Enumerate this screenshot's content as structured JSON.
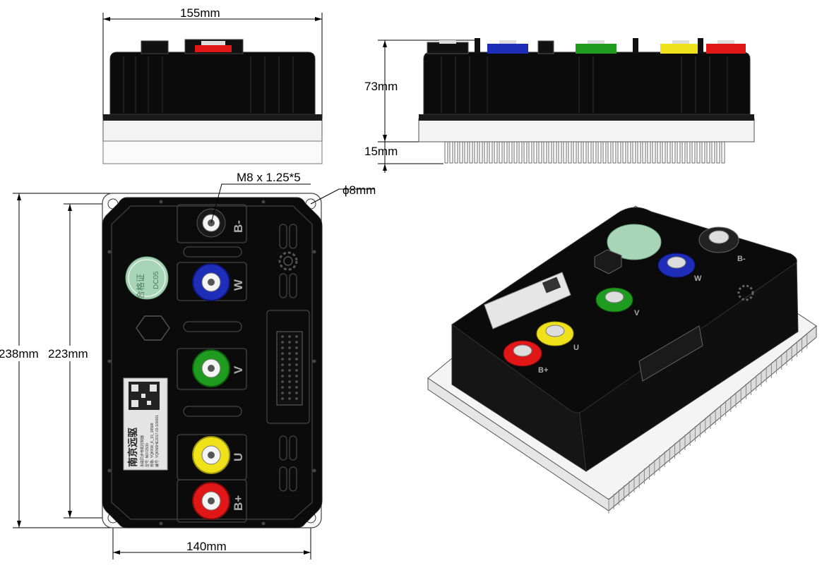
{
  "dimensions": {
    "top_width": "155mm",
    "height": "73mm",
    "heatsink": "15mm",
    "thread": "M8 x 1.25*5",
    "hole": "ϕ8mm",
    "outer_height": "238mm",
    "inner_height": "223mm",
    "bottom_width": "140mm"
  },
  "terminals": {
    "b_minus": "B-",
    "w": "W",
    "v": "V",
    "u": "U",
    "b_plus": "B+"
  },
  "cert_seal": {
    "chars": "合格证",
    "code": "DC05"
  },
  "nameplate": {
    "brand": "南京远驱",
    "lines": [
      "永磁同步电机控制器",
      "型号: ND72530",
      "规格: YQKKW_K_15_18588",
      "编号: YQKNSHE2017-03-100001"
    ]
  },
  "colors": {
    "body": "#0b0b0b",
    "red": "#e11616",
    "blue": "#1f2eb8",
    "green": "#1f9c1f",
    "yellow": "#efe21a",
    "seal": "#a8d4b8",
    "heatsink": "#f2f2f2"
  }
}
